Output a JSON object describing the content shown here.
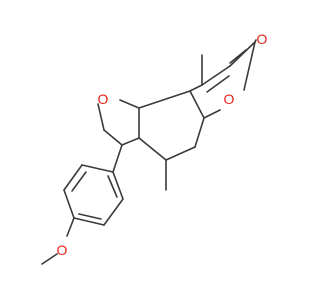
{
  "molecule": {
    "atom_labels": {
      "furan_oxygen": "O",
      "pyranone_ring_oxygen": "O",
      "carbonyl_oxygen": "O",
      "methoxy_oxygen": "O"
    },
    "colors": {
      "bond": "#3a3a3a",
      "heteroatom": "#e8241a",
      "background": "#ffffff"
    }
  }
}
